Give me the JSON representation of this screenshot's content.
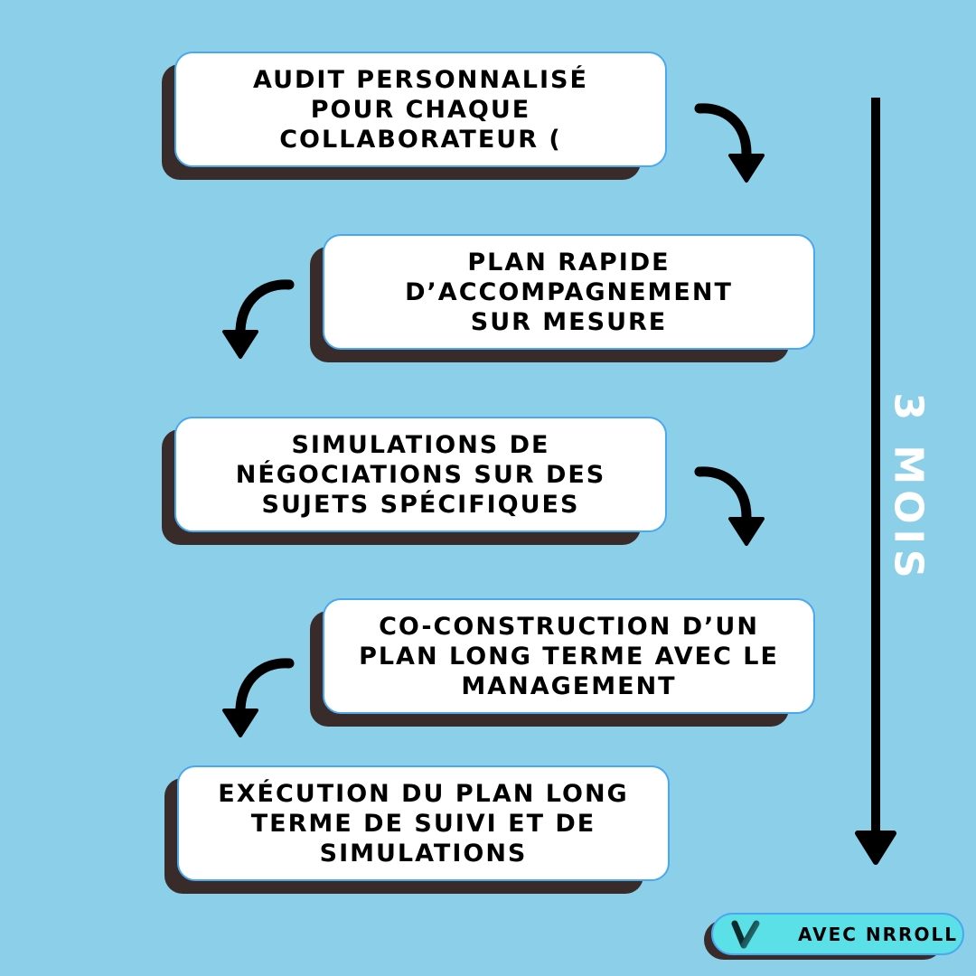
{
  "steps": [
    {
      "id": "audit",
      "text": "AUDIT PERSONNALISÉ\nPOUR CHAQUE\nCOLLABORATEUR ("
    },
    {
      "id": "plan-rapide",
      "text": "PLAN RAPIDE\nD’ACCOMPAGNEMENT\nSUR MESURE"
    },
    {
      "id": "simulations",
      "text": "SIMULATIONS DE\nNÉGOCIATIONS SUR DES\nSUJETS SPÉCIFIQUES"
    },
    {
      "id": "co-construction",
      "text": "CO-CONSTRUCTION D’UN\nPLAN LONG TERME AVEC LE\nMANAGEMENT"
    },
    {
      "id": "execution",
      "text": "EXÉCUTION DU PLAN LONG\nTERME DE SUIVI ET DE\nSIMULATIONS"
    }
  ],
  "timeline": {
    "label": "3 MOIS"
  },
  "badge": {
    "label": "AVEC NRROLL",
    "logo": "nrroll-v-logo"
  },
  "colors": {
    "background": "#8ccfe8",
    "card": "#ffffff",
    "card_border": "#4aa8f0",
    "shadow": "#3a2b2b",
    "badge": "#5ce0e8",
    "timeline_label": "#ffffff"
  }
}
